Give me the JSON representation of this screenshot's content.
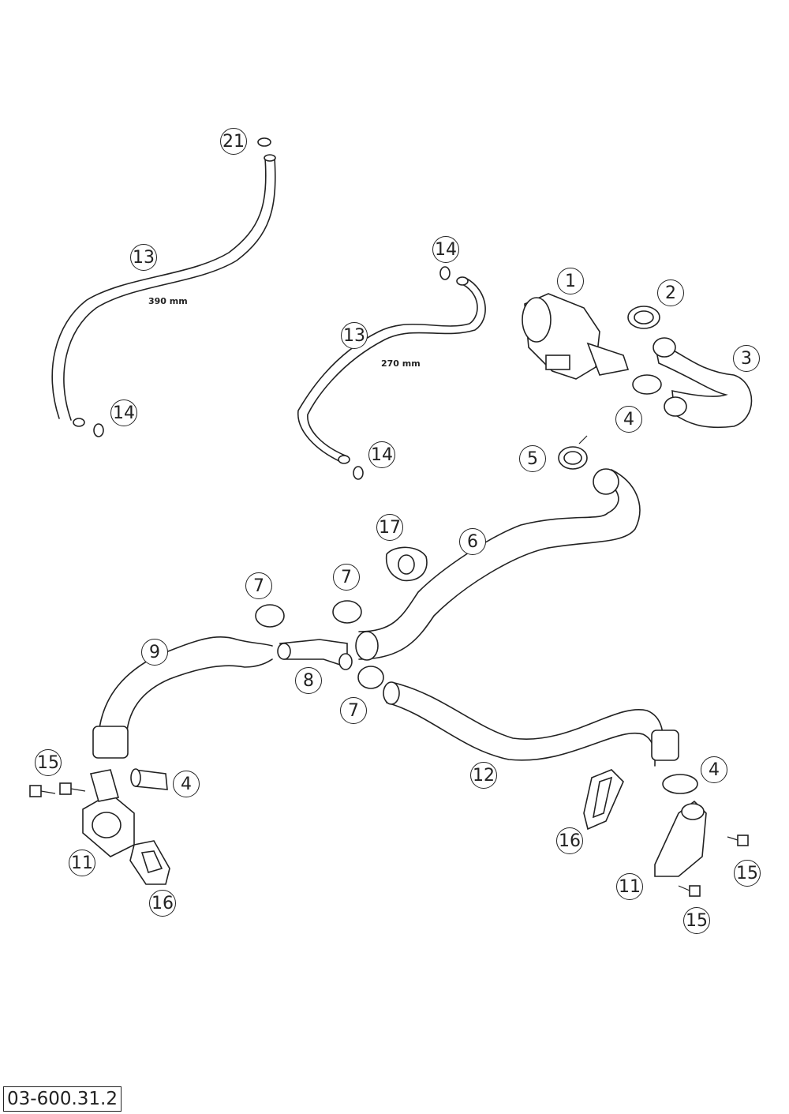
{
  "diagram": {
    "reference_code": "03-600.31.2",
    "dimensions": {
      "hose_long": "390 mm",
      "hose_short": "270 mm"
    },
    "callouts": {
      "c1": "1",
      "c2": "2",
      "c3": "3",
      "c4a": "4",
      "c4b": "4",
      "c4c": "4",
      "c5": "5",
      "c6": "6",
      "c7a": "7",
      "c7b": "7",
      "c7c": "7",
      "c8": "8",
      "c9": "9",
      "c11a": "11",
      "c11b": "11",
      "c12": "12",
      "c13a": "13",
      "c13b": "13",
      "c14a": "14",
      "c14b": "14",
      "c14c": "14",
      "c15a": "15",
      "c15b": "15",
      "c15c": "15",
      "c16a": "16",
      "c16b": "16",
      "c17": "17",
      "c21": "21"
    }
  }
}
